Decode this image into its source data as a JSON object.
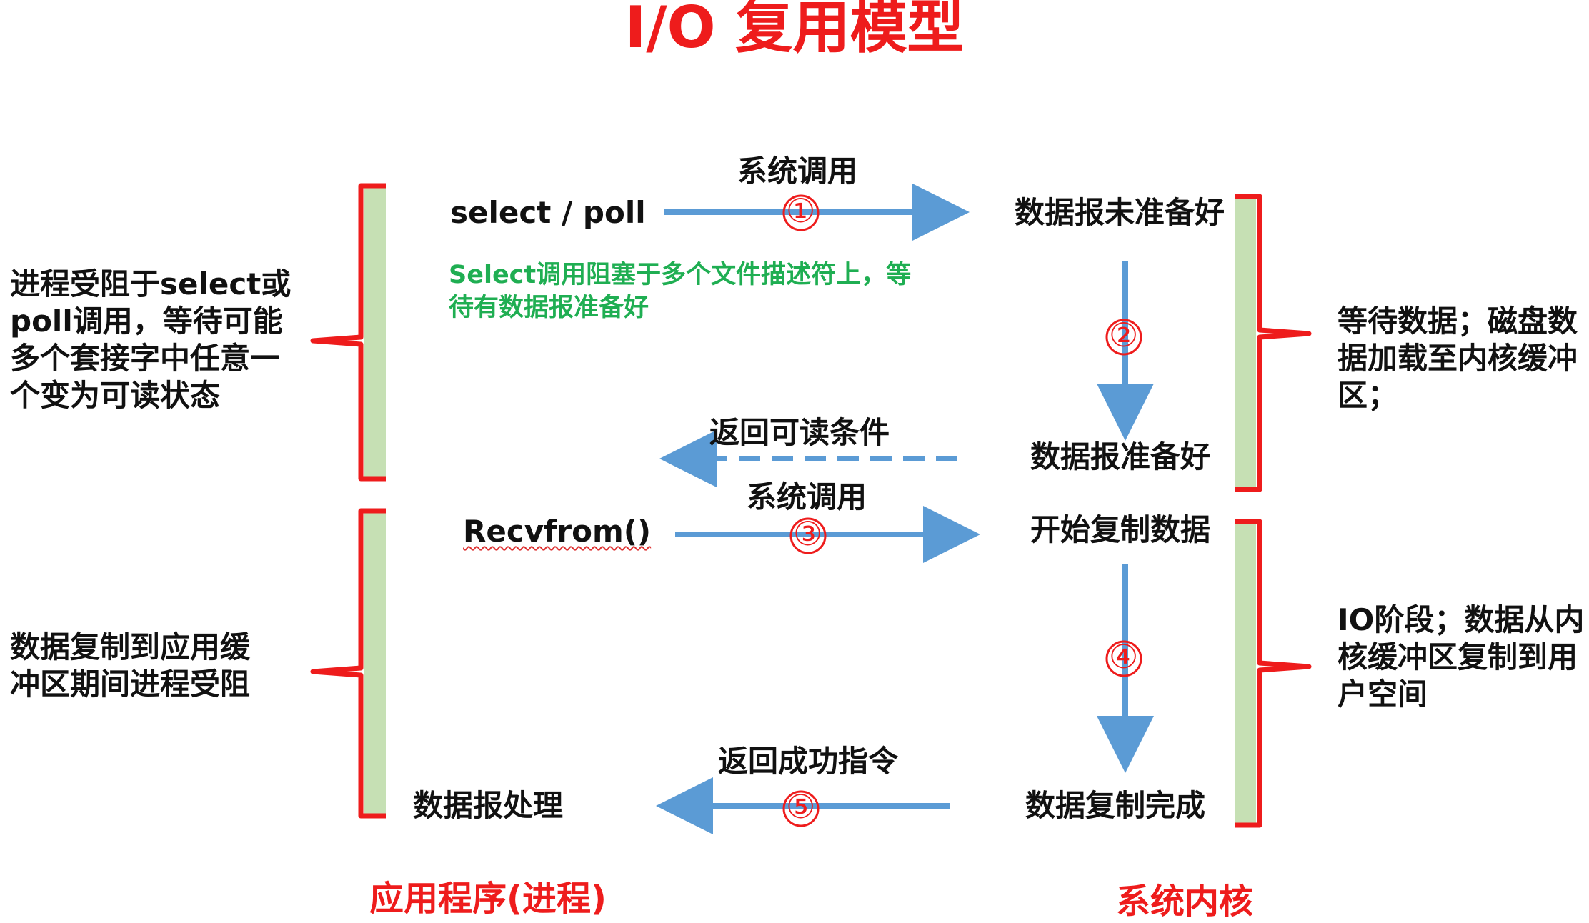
{
  "title": "I/O 复用模型",
  "left": {
    "call_select": "select / poll",
    "select_note_line1": "Select调用阻塞于多个文件描述符上，等",
    "select_note_line2": "待有数据报准备好",
    "recvfrom": "Recvfrom()",
    "process_data": "数据报处理",
    "desc1_line1": "进程受阻于select或",
    "desc1_line2": "poll调用，等待可能",
    "desc1_line3": "多个套接字中任意一",
    "desc1_line4": "个变为可读状态",
    "desc2_line1": "数据复制到应用缓",
    "desc2_line2": "冲区期间进程受阻"
  },
  "arrows": {
    "syscall1": "系统调用",
    "return_readable": "返回可读条件",
    "syscall2": "系统调用",
    "return_success": "返回成功指令",
    "n1": "①",
    "n2": "②",
    "n3": "③",
    "n4": "④",
    "n5": "⑤"
  },
  "kernel": {
    "not_ready": "数据报未准备好",
    "ready": "数据报准备好",
    "start_copy": "开始复制数据",
    "copy_done": "数据复制完成",
    "desc1_line1": "等待数据；磁盘数",
    "desc1_line2": "据加载至内核缓冲",
    "desc1_line3": "区；",
    "desc2_line1": "IO阶段；数据从内",
    "desc2_line2": "核缓冲区复制到用",
    "desc2_line3": "户空间"
  },
  "footer": {
    "app_label": "应用程序(进程)",
    "kernel_label": "系统内核"
  },
  "colors": {
    "red": "#ee1c1c",
    "blue": "#5b9bd5",
    "green_text": "#1fae52",
    "bar_green": "#c6e0b4"
  }
}
